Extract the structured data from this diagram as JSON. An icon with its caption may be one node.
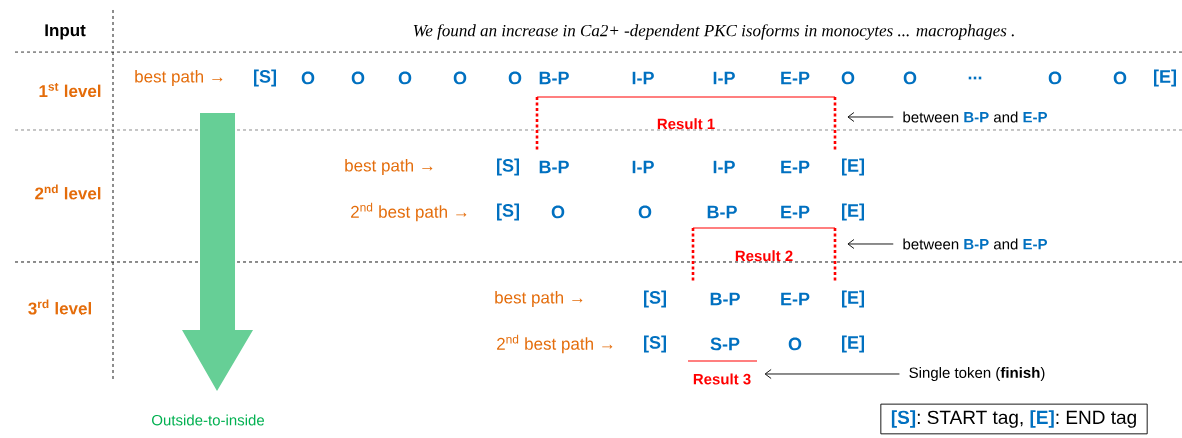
{
  "diagram": {
    "nodes": [
      {
        "text": [
          "Result 1"
        ]
      },
      {
        "text": [
          "between **B-P** and **E-P**"
        ]
      },
      {
        "text": [
          "Result 2"
        ]
      },
      {
        "text": [
          "between **B-P** and **E-P**"
        ]
      },
      {
        "text": [
          "Result 3"
        ]
      },
      {
        "text": [
          "Single token (**finish**)"
        ]
      },
      {
        "text": [
          "**[S]**: START tag, **[E]**: END tag"
        ]
      }
    ],
    "edges": [
      {
        "from": 1,
        "to": 0,
        "arrow": "to"
      },
      {
        "from": 3,
        "to": 2,
        "arrow": "to"
      },
      {
        "from": 5,
        "to": 4,
        "arrow": "to"
      }
    ],
    "labels": [
      "Input",
      "We found an increase in Ca2+ -dependent PKC isoforms in monocytes ... macrophages .",
      "1$^{st}$ level",
      "best path →",
      "[S]",
      "O",
      "O",
      "O",
      "O",
      "O",
      "B-P",
      "I-P",
      "I-P",
      "E-P",
      "O",
      "O",
      "...",
      "O",
      "O",
      "[E]",
      "2$^{nd}$ level",
      "best path →",
      "[S]",
      "B-P",
      "I-P",
      "I-P",
      "E-P",
      "[E]",
      "2$^{nd}$ best path →",
      "[S]",
      "O",
      "O",
      "B-P",
      "E-P",
      "[E]",
      "3$^{rd}$ level",
      "best path →",
      "[S]",
      "B-P",
      "E-P",
      "[E]",
      "2$^{nd}$ best path →",
      "[S]",
      "S-P",
      "O",
      "[E]",
      "Outside-to-inside"
    ]
  }
}
